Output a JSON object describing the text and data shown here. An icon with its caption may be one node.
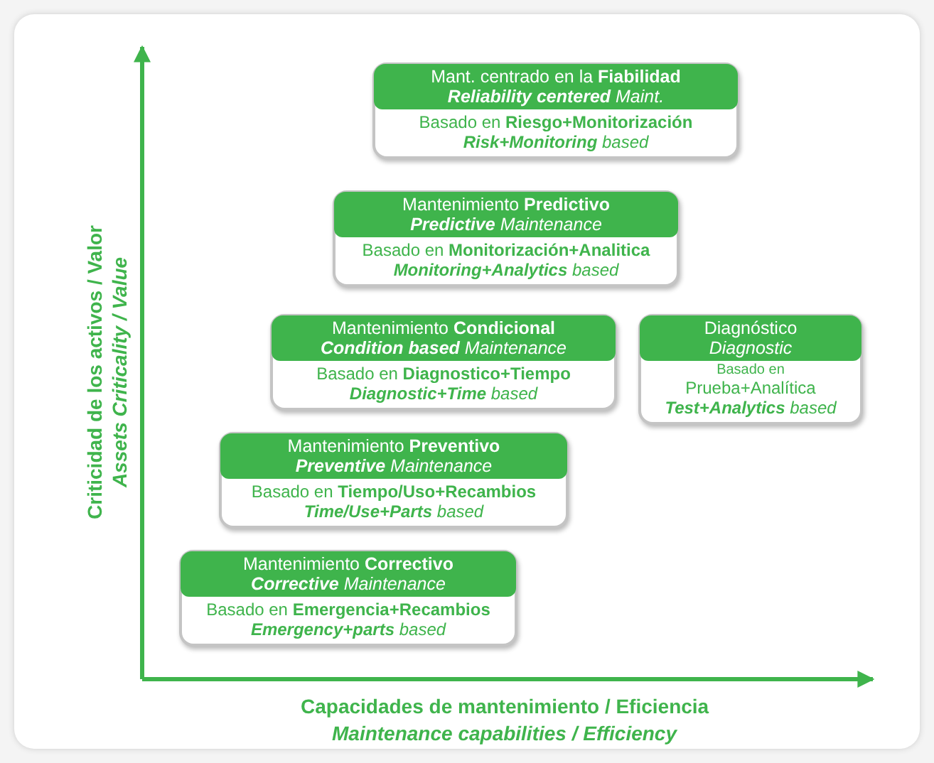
{
  "diagram": {
    "nodes": [
      {
        "text": [
          "Mant. centrado en la **Fiabilidad**",
          "**Reliability centered** Maint.",
          "Basado en **Riesgo+Monitorización**",
          "**Risk+Monitoring** based"
        ]
      },
      {
        "text": [
          "Mantenimiento **Predictivo**",
          "**Predictive** Maintenance",
          "Basado en **Monitorización+Analitica**",
          "**Monitoring+Analytics** based"
        ]
      },
      {
        "text": [
          "Mantenimiento **Condicional**",
          "**Condition based** Maintenance",
          "Basado en **Diagnostico+Tiempo**",
          "**Diagnostic+Time** based"
        ]
      },
      {
        "text": [
          "Diagnóstico",
          "Diagnostic",
          "Basado en",
          "Prueba+Analítica",
          "**Test+Analytics** based"
        ]
      },
      {
        "text": [
          "Mantenimiento **Preventivo**",
          "**Preventive** Maintenance",
          "Basado en **Tiempo/Uso+Recambios**",
          "**Time/Use+Parts** based"
        ]
      },
      {
        "text": [
          "Mantenimiento **Correctivo**",
          "**Corrective** Maintenance",
          "Basado en **Emergencia+Recambios**",
          "**Emergency+parts** based"
        ]
      }
    ],
    "labels": [
      "Criticidad de los activos / Valor",
      "Assets Criticality / Value",
      "Capacidades de mantenimiento / Eficiencia",
      "Maintenance capabilities / Efficiency"
    ]
  }
}
